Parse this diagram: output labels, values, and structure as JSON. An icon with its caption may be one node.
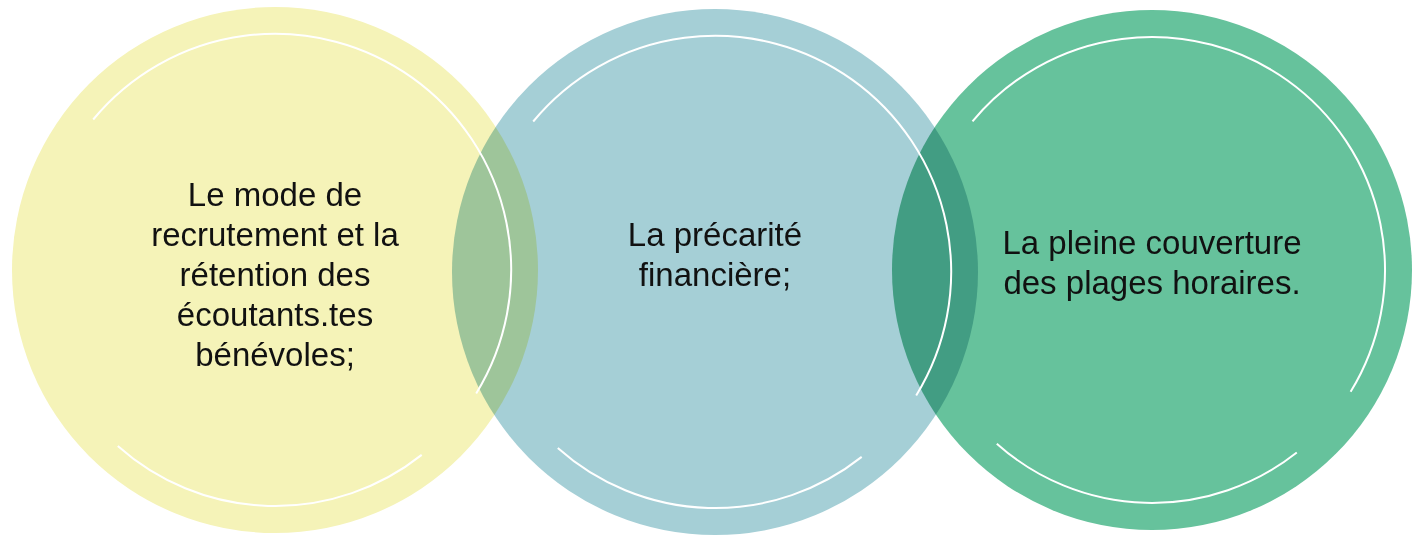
{
  "diagram": {
    "nodes": [
      {
        "text": [
          "Le mode de recrutement et la rétention des écoutants.tes bénévoles;"
        ]
      },
      {
        "text": [
          "La précarité financière;"
        ]
      },
      {
        "text": [
          "La pleine couverture des plages horaires."
        ]
      }
    ]
  }
}
